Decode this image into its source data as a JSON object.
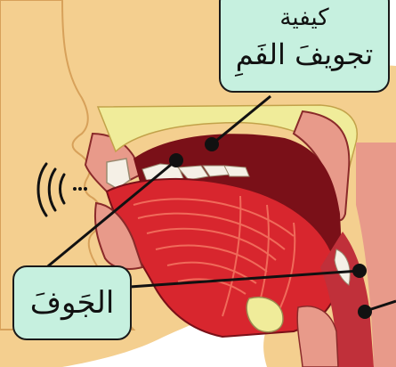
{
  "labels": {
    "top_line1": "كيفية",
    "top_line2": "تجويفَ الفَمِ",
    "left": "الجَوفَ"
  },
  "colors": {
    "skin": "#f4cf8f",
    "skin_shadow": "#e9b46a",
    "cavity": "#7a1018",
    "tongue": "#d8262e",
    "tongue_lines": "#f06a5a",
    "fat": "#f0ec9a",
    "mucosa": "#e89a8a",
    "callout_bg": "#c6f0df",
    "pointer": "#111111"
  }
}
